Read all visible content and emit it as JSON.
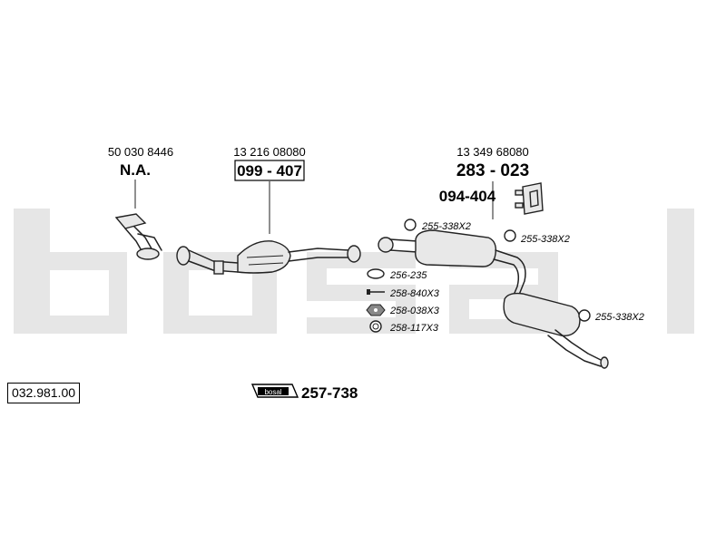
{
  "watermark": "bosal",
  "reference_number": "032.981.00",
  "parts": {
    "front_pipe": {
      "oe_number": "50 030 8446",
      "part_number": "N.A."
    },
    "catalytic_converter": {
      "oe_number": "13 216 08080",
      "part_number": "099 - 407"
    },
    "silencer": {
      "oe_number": "13 349 68080",
      "part_number": "283 - 023",
      "mounting_part": "094-404"
    }
  },
  "small_parts": {
    "clamp_front": "255-338X2",
    "clamp_mid": "255-338X2",
    "clamp_rear": "255-338X2",
    "gasket": "256-235",
    "bolt": "258-840X3",
    "nut": "258-038X3",
    "spring": "258-117X3"
  },
  "kit": {
    "logo_text": "bosal",
    "part_number": "257-738"
  }
}
